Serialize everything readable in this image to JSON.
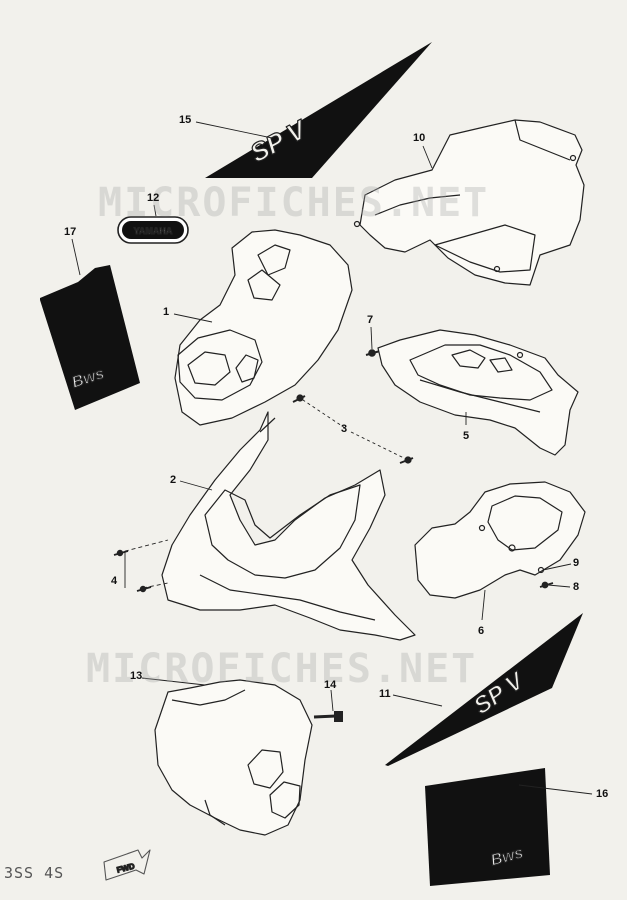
{
  "watermark": "MICROFICHES.NET",
  "decal_text": {
    "spv": "SP V",
    "yamaha": "YAMAHA",
    "bws": "Bws"
  },
  "footer": {
    "code": "3SS 4S",
    "arrow_label": "FWD"
  },
  "callouts": {
    "c1": "1",
    "c2": "2",
    "c3": "3",
    "c4": "4",
    "c5": "5",
    "c6": "6",
    "c7": "7",
    "c8": "8",
    "c9": "9",
    "c10": "10",
    "c11": "11",
    "c12": "12",
    "c13": "13",
    "c14": "14",
    "c15": "15",
    "c16": "16",
    "c17": "17"
  }
}
